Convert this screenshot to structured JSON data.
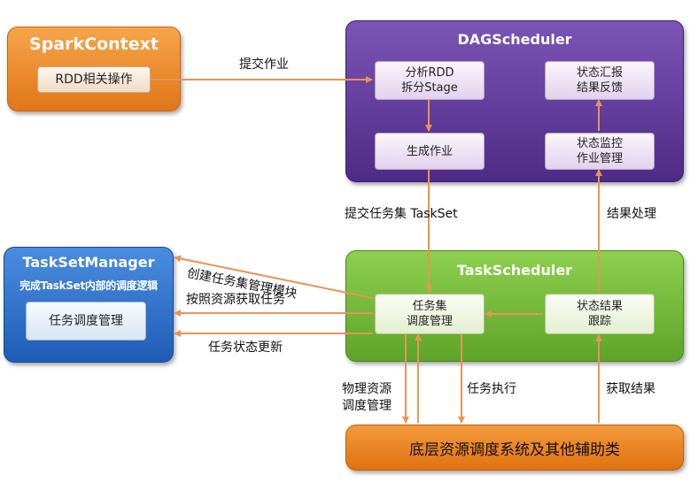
{
  "spark_context": {
    "title": "SparkContext",
    "rdd_ops": "RDD相关操作"
  },
  "dag_scheduler": {
    "title": "DAGScheduler",
    "analyze": "分析RDD\n拆分Stage",
    "generate_job": "生成作业",
    "status_report": "状态汇报\n结果反馈",
    "status_monitor": "状态监控\n作业管理"
  },
  "task_set_manager": {
    "title": "TaskSetManager",
    "subtitle": "完成TaskSet内部的调度逻辑",
    "task_sched": "任务调度管理"
  },
  "task_scheduler": {
    "title": "TaskScheduler",
    "taskset_sched": "任务集\n调度管理",
    "status_track": "状态结果\n跟踪"
  },
  "bottom": {
    "label": "底层资源调度系统及其他辅助类"
  },
  "labels": {
    "submit_job": "提交作业",
    "submit_taskset": "提交任务集 TaskSet",
    "result_process": "结果处理",
    "create_manager": "创建任务集管理模块",
    "get_task": "按照资源获取任务",
    "task_status_update": "任务状态更新",
    "physical_resource": "物理资源\n调度管理",
    "task_exec": "任务执行",
    "get_result": "获取结果"
  },
  "colors": {
    "spark_context": "#e98a2a",
    "dag_scheduler": "#64409e",
    "task_set_manager": "#2f74cc",
    "task_scheduler": "#77bb3b",
    "bottom": "#ea8426",
    "arrow": "#e89456"
  }
}
